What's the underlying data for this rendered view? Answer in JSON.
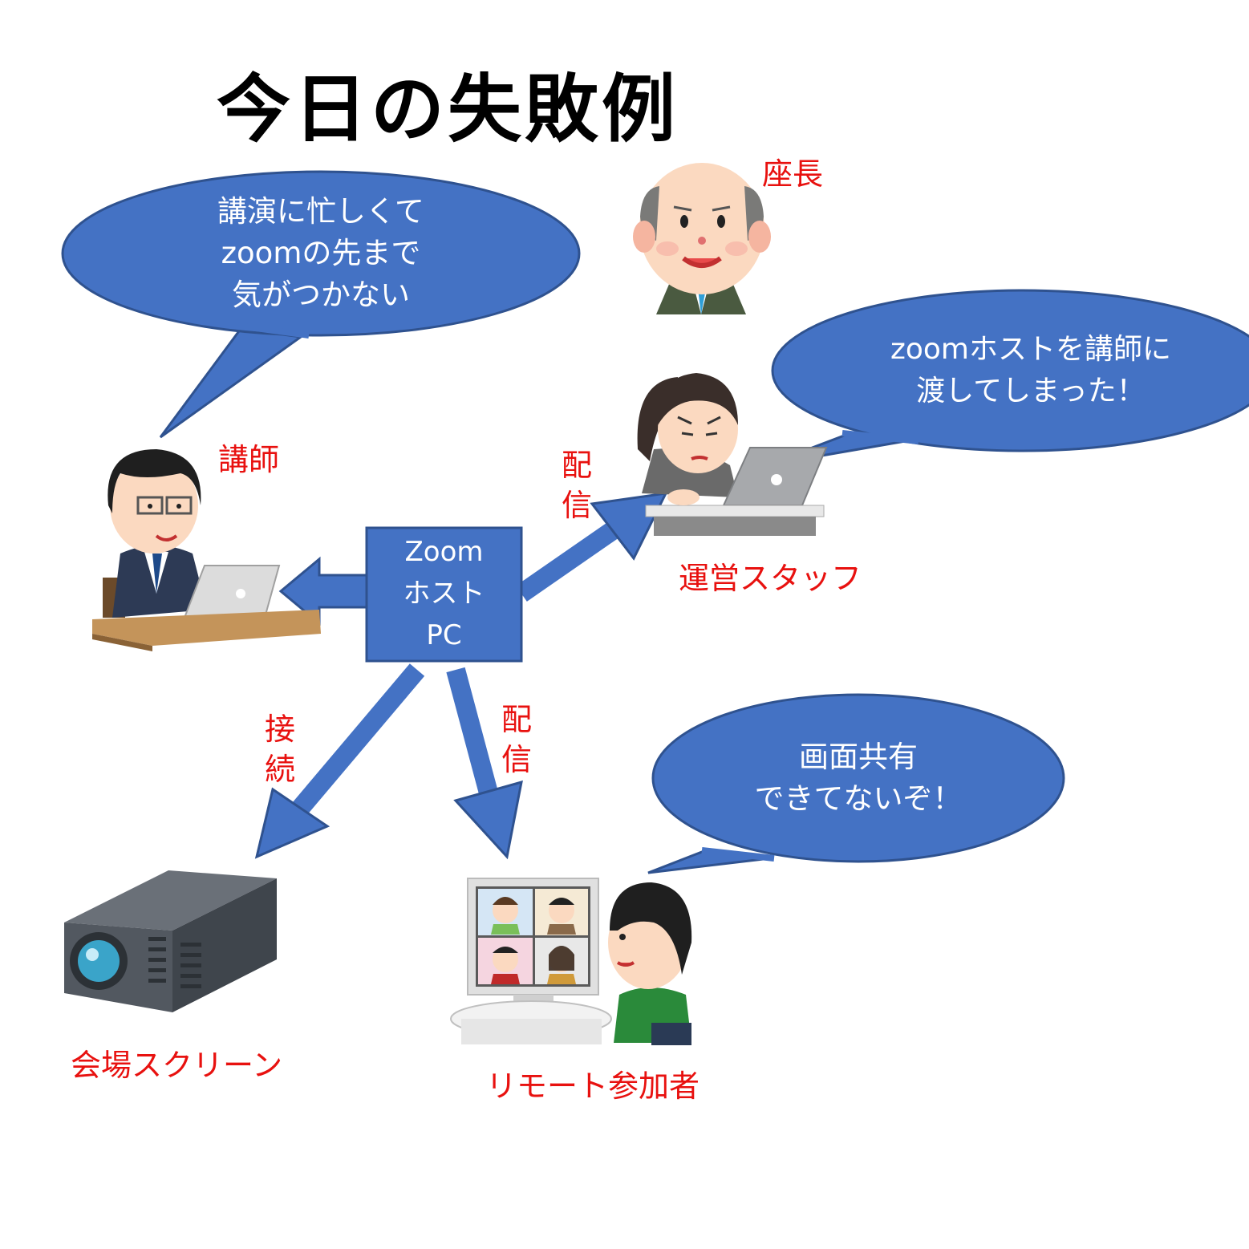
{
  "title": "今日の失敗例",
  "labels": {
    "chair": "座長",
    "lecturer": "講師",
    "staff": "運営スタッフ",
    "screen": "会場スクリーン",
    "remote": "リモート参加者",
    "stream_upper": "配信",
    "stream_lower": "配信",
    "connect": "接続"
  },
  "host_box": {
    "line1": "Zoom",
    "line2": "ホスト",
    "line3": "PC"
  },
  "bubbles": {
    "lecturer": [
      "講演に忙しくて",
      "zoomの先まで",
      "気がつかない"
    ],
    "staff": [
      "zoomホストを講師に",
      "渡してしまった！"
    ],
    "remote": [
      "画面共有",
      "できてないぞ！"
    ]
  },
  "colors": {
    "accent": "#4472c4",
    "label": "#e8110f"
  }
}
